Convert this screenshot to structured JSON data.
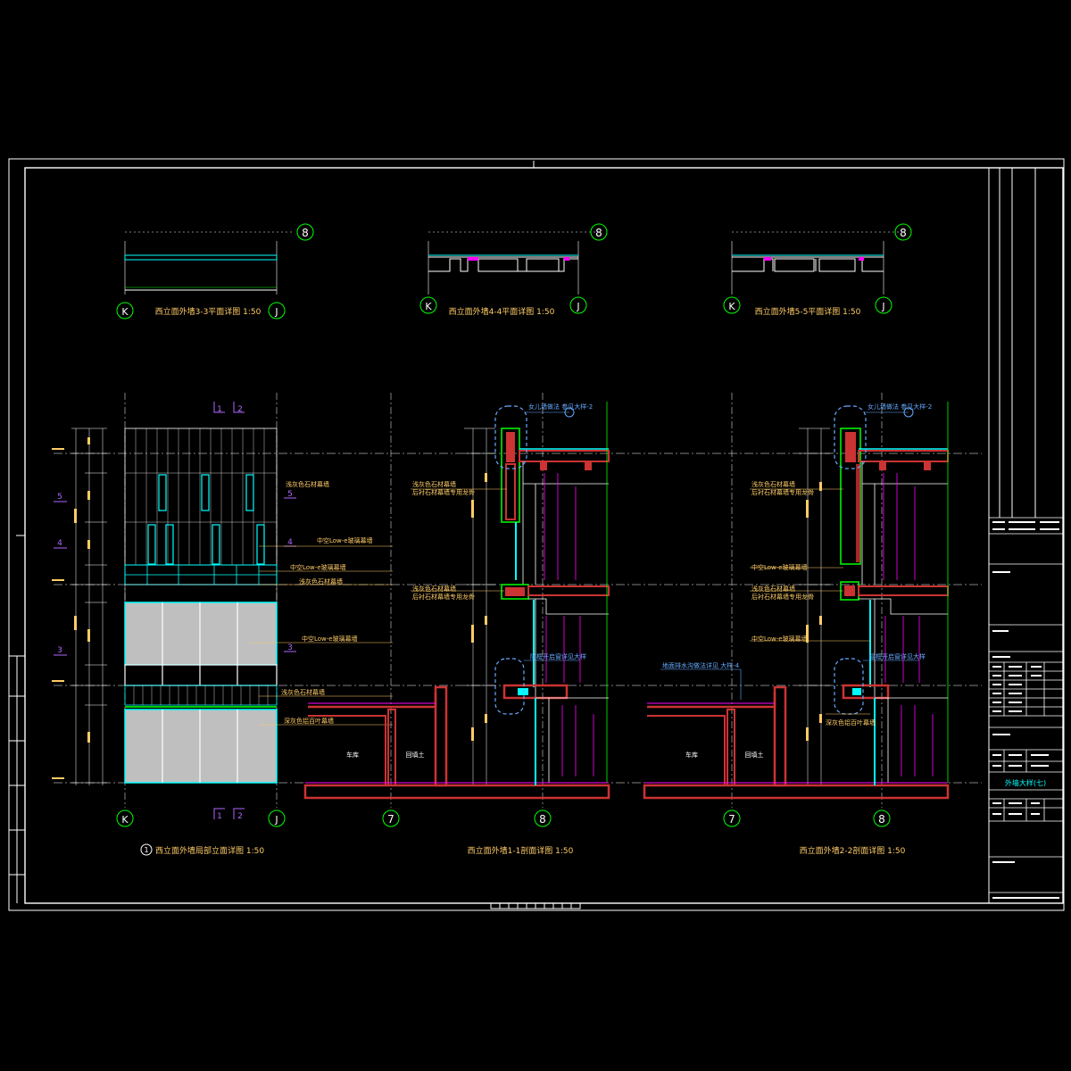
{
  "colors": {
    "background": "#000000",
    "frame": "#ffffff",
    "axis_bubble": "#00ff00",
    "cyan": "#00ffff",
    "title_text": "#ffcc66",
    "annotation": "#ffcc66",
    "magenta": "#ff00ff",
    "red_wall": "#cc3333",
    "purple_level": "#b066ff",
    "green_line": "#00cc00",
    "blue_note": "#66aaff",
    "grey_panel": "#bfbfbf"
  },
  "plans": [
    {
      "top_axis": "8",
      "left_axis": "K",
      "right_axis": "J",
      "title": "西立面外墙3-3平面详图 1:50"
    },
    {
      "top_axis": "8",
      "left_axis": "K",
      "right_axis": "J",
      "title": "西立面外墙4-4平面详图 1:50"
    },
    {
      "top_axis": "8",
      "left_axis": "K",
      "right_axis": "J",
      "title": "西立面外墙5-5平面详图 1:50"
    }
  ],
  "elevation": {
    "title_number": "1",
    "title": "西立面外墙局部立面详图 1:50",
    "left_axis": "K",
    "right_axis": "J",
    "section_tags_top": [
      "1",
      "2"
    ],
    "section_tags_bottom": [
      "1",
      "2"
    ],
    "side_tags": [
      "5",
      "4",
      "3"
    ],
    "panel_tags": [
      "5",
      "4",
      "3"
    ],
    "notes": [
      "浅灰色石材幕墙",
      "中空Low-e玻璃幕墙",
      "中空Low-e玻璃幕墙",
      "浅灰色石材幕墙",
      "中空Low-e玻璃幕墙",
      "浅灰色石材幕墙",
      "深灰色铝百叶幕墙"
    ]
  },
  "section1": {
    "title": "西立面外墙1-1剖面详图 1:50",
    "axes": [
      "7",
      "8"
    ],
    "callout_top": "女儿墙做法 参见大样-2",
    "notes_left": [
      "浅灰色石材幕墙",
      "后衬石材幕墙专用龙骨",
      "浅灰色石材幕墙",
      "后衬石材幕墙专用龙骨"
    ],
    "callout_mid": "隐框开启窗详见大样",
    "room_left": "车库",
    "room_right": "回填土"
  },
  "section2": {
    "title": "西立面外墙2-2剖面详图 1:50",
    "axes": [
      "7",
      "8"
    ],
    "callout_top": "女儿墙做法 参见大样-2",
    "notes_left": [
      "浅灰色石材幕墙",
      "后衬石材幕墙专用龙骨",
      "中空Low-e玻璃幕墙",
      "浅灰色石材幕墙",
      "后衬石材幕墙专用龙骨",
      "中空Low-e玻璃幕墙"
    ],
    "note_top_left": "地面排水沟做法详见 大样-4",
    "callout_mid": "隐框开启窗详见大样",
    "note_bottom": "深灰色铝百叶幕墙",
    "room_left": "车库",
    "room_right": "回填土"
  },
  "title_block": {
    "drawing_name": "外墙大样(七)"
  }
}
